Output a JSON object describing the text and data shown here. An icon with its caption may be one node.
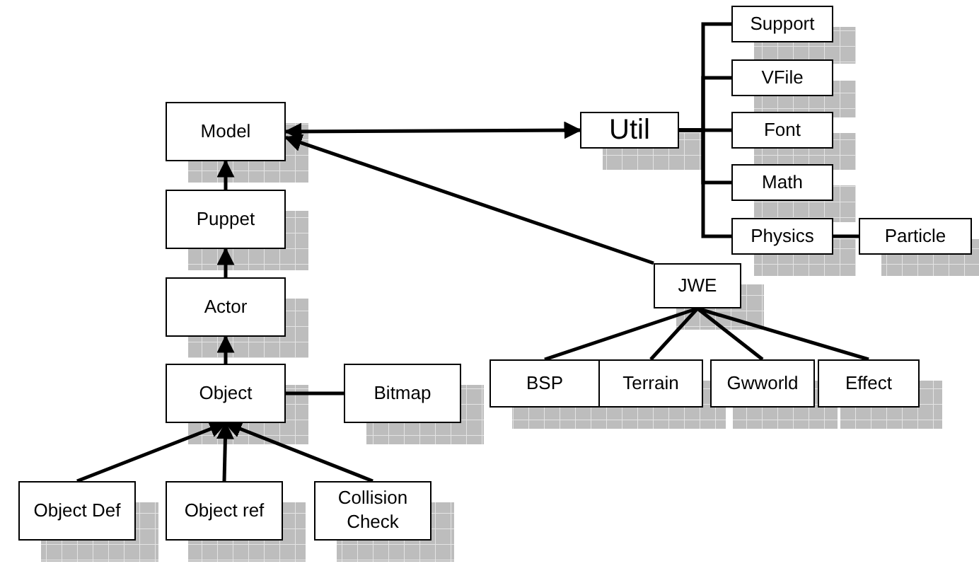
{
  "diagram": {
    "nodes": [
      {
        "text": [
          "Model"
        ]
      },
      {
        "text": [
          "Puppet"
        ]
      },
      {
        "text": [
          "Actor"
        ]
      },
      {
        "text": [
          "Object"
        ]
      },
      {
        "text": [
          "Bitmap"
        ]
      },
      {
        "text": [
          "Object Def"
        ]
      },
      {
        "text": [
          "Object ref"
        ]
      },
      {
        "text": [
          "Collision Check"
        ]
      },
      {
        "text": [
          "Util"
        ]
      },
      {
        "text": [
          "Support"
        ]
      },
      {
        "text": [
          "VFile"
        ]
      },
      {
        "text": [
          "Font"
        ]
      },
      {
        "text": [
          "Math"
        ]
      },
      {
        "text": [
          "Physics"
        ]
      },
      {
        "text": [
          "Particle"
        ]
      },
      {
        "text": [
          "JWE"
        ]
      },
      {
        "text": [
          "BSP"
        ]
      },
      {
        "text": [
          "Terrain"
        ]
      },
      {
        "text": [
          "Gwworld"
        ]
      },
      {
        "text": [
          "Effect"
        ]
      }
    ],
    "edges": [
      {
        "from": 1,
        "to": 0,
        "arrow": "to"
      },
      {
        "from": 2,
        "to": 1,
        "arrow": "to"
      },
      {
        "from": 3,
        "to": 2,
        "arrow": "to"
      },
      {
        "from": 3,
        "to": 4,
        "arrow": "none"
      },
      {
        "from": 5,
        "to": 3,
        "arrow": "to"
      },
      {
        "from": 6,
        "to": 3,
        "arrow": "to"
      },
      {
        "from": 7,
        "to": 3,
        "arrow": "to"
      },
      {
        "from": 0,
        "to": 8,
        "arrow": "both"
      },
      {
        "from": 15,
        "to": 0,
        "arrow": "to"
      },
      {
        "from": 8,
        "to": 9,
        "arrow": "none"
      },
      {
        "from": 8,
        "to": 10,
        "arrow": "none"
      },
      {
        "from": 8,
        "to": 11,
        "arrow": "none"
      },
      {
        "from": 8,
        "to": 12,
        "arrow": "none"
      },
      {
        "from": 8,
        "to": 13,
        "arrow": "none"
      },
      {
        "from": 13,
        "to": 14,
        "arrow": "none"
      },
      {
        "from": 15,
        "to": 16,
        "arrow": "none"
      },
      {
        "from": 15,
        "to": 17,
        "arrow": "none"
      },
      {
        "from": 15,
        "to": 18,
        "arrow": "none"
      },
      {
        "from": 15,
        "to": 19,
        "arrow": "none"
      }
    ]
  }
}
